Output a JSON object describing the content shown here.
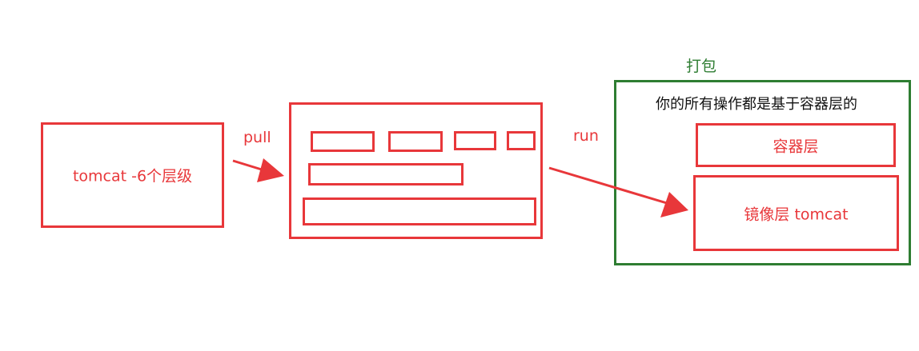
{
  "colors": {
    "accent_red": "#e8373a",
    "package_green": "#2e7d32"
  },
  "source_box": {
    "label": "tomcat -6个层级"
  },
  "pull_label": "pull",
  "run_label": "run",
  "package": {
    "title": "打包",
    "description": "你的所有操作都是基于容器层的",
    "container_layer": "容器层",
    "image_layer": "镜像层 tomcat"
  },
  "layer_blocks": {
    "count": 6
  }
}
